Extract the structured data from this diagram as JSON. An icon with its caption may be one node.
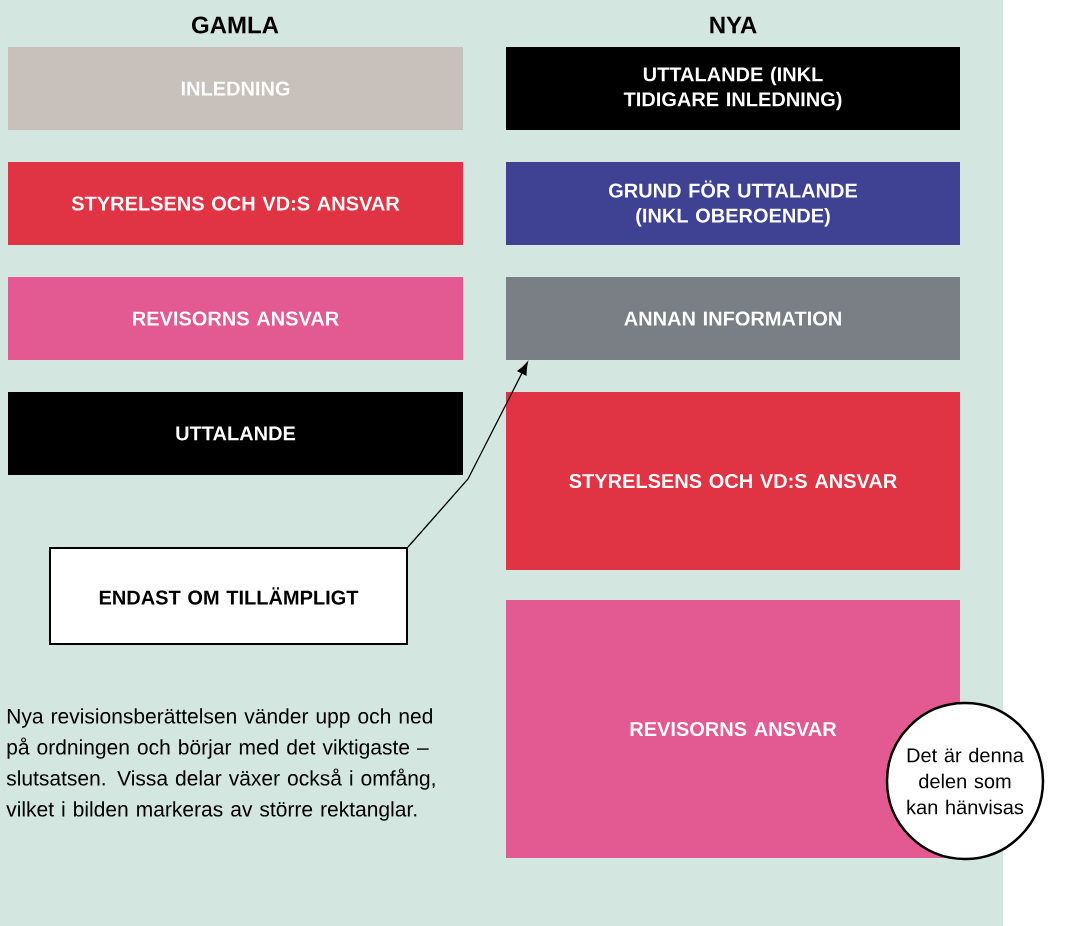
{
  "diagram": {
    "nodes": [
      {
        "text": [
          "INLEDNING"
        ]
      },
      {
        "text": [
          "STYRELSENS OCH VD:S ANSVAR"
        ]
      },
      {
        "text": [
          "REVISORNS ANSVAR"
        ]
      },
      {
        "text": [
          "UTTALANDE"
        ]
      },
      {
        "text": [
          "UTTALANDE (INKL TIDIGARE INLEDNING)"
        ]
      },
      {
        "text": [
          "GRUND FÖR UTTALANDE (INKL OBEROENDE)"
        ]
      },
      {
        "text": [
          "ANNAN INFORMATION"
        ]
      },
      {
        "text": [
          "STYRELSENS OCH VD:S ANSVAR"
        ]
      },
      {
        "text": [
          "REVISORNS ANSVAR"
        ]
      },
      {
        "text": [
          "ENDAST OM TILLÄMPLIGT"
        ]
      },
      {
        "text": [
          "Det är denna delen som kan hänvisas"
        ]
      }
    ],
    "edges": [
      {
        "from": 9,
        "to": 6,
        "arrow": "to"
      }
    ],
    "labels": [
      "GAMLA",
      "NYA",
      "Nya revisionsberättelsen vänder upp och ned på ordningen och börjar med det viktigaste – slutsatsen. Vissa delar växer också i omfång, vilket i bilden markeras av större rektanglar."
    ]
  }
}
